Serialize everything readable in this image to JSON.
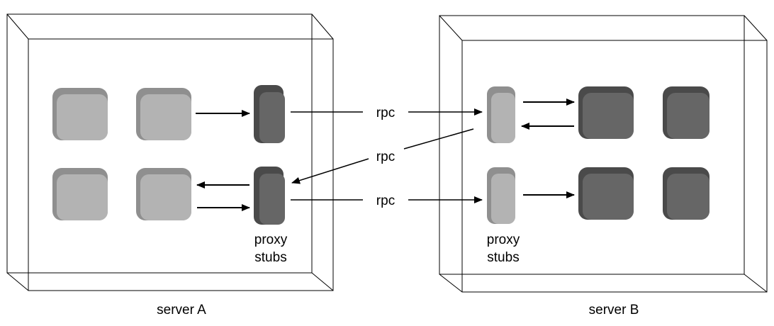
{
  "servers": [
    {
      "label": "server A",
      "proxy_line1": "proxy",
      "proxy_line2": "stubs"
    },
    {
      "label": "server B",
      "proxy_line1": "proxy",
      "proxy_line2": "stubs"
    }
  ],
  "connections": [
    {
      "label": "rpc"
    },
    {
      "label": "rpc"
    },
    {
      "label": "rpc"
    }
  ],
  "colors": {
    "light_block": "#b3b3b3",
    "light_block_shade": "#8f8f8f",
    "dark_block": "#666666",
    "dark_block_shade": "#4a4a4a",
    "line": "#000000"
  }
}
